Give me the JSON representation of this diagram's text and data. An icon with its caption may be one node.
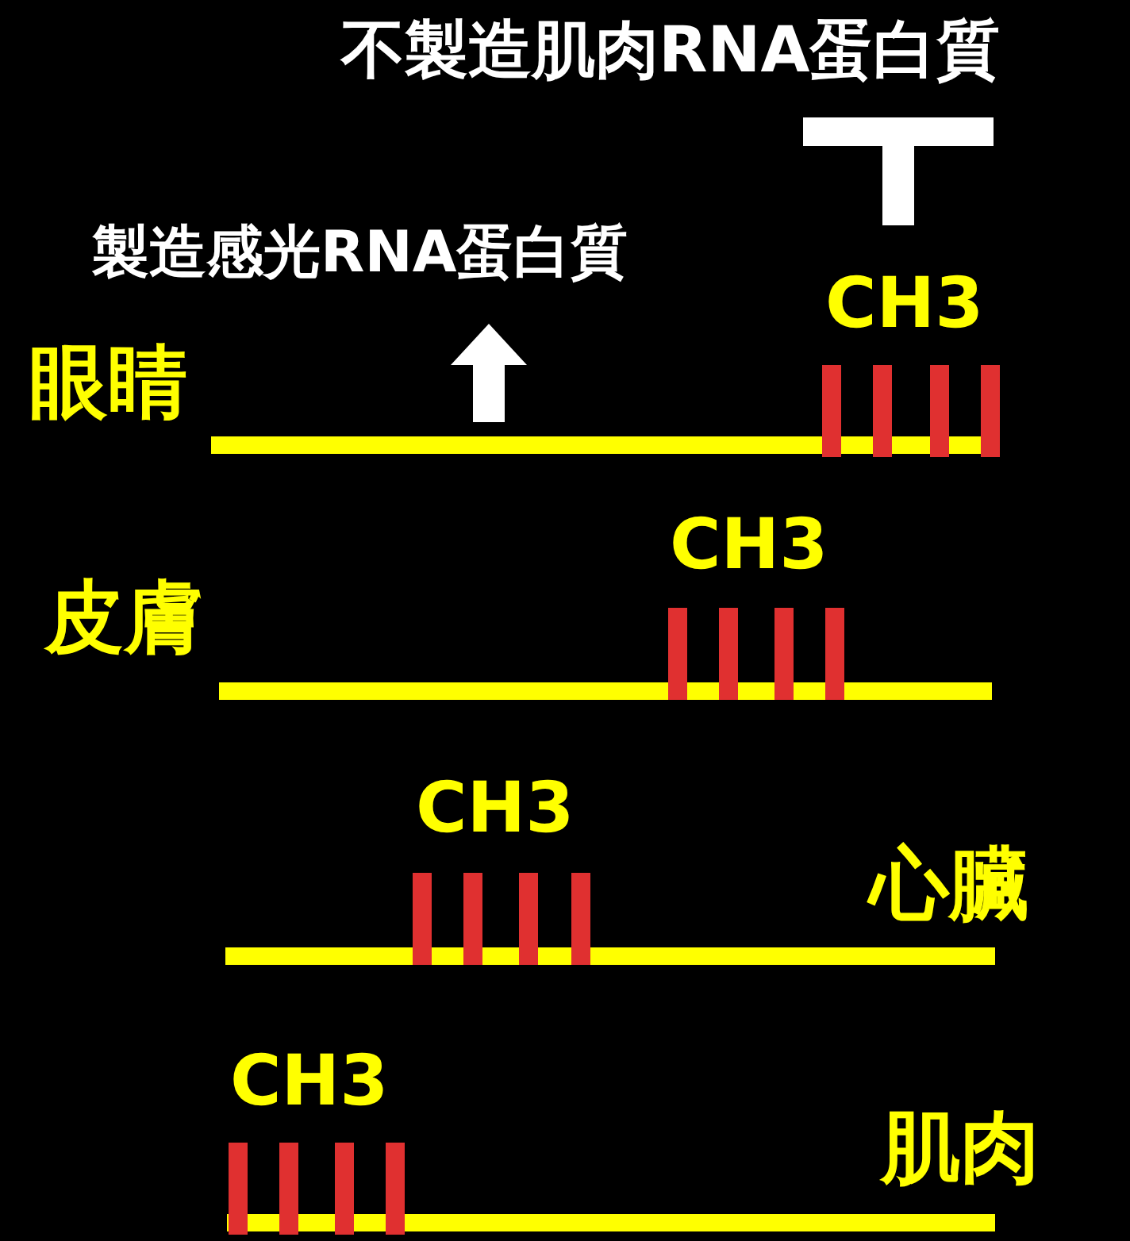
{
  "diagram": {
    "labels": [
      "不製造肌肉RNA蛋白質",
      "製造感光RNA蛋白質",
      "CH3",
      "眼睛",
      "CH3",
      "皮膚",
      "CH3",
      "心臟",
      "CH3",
      "肌肉"
    ]
  }
}
